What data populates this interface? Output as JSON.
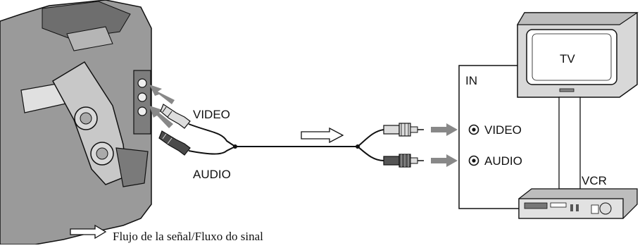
{
  "labels": {
    "camera_video": "VIDEO",
    "camera_audio": "AUDIO",
    "input_panel": "IN",
    "input_video": "VIDEO",
    "input_audio": "AUDIO",
    "tv": "TV",
    "vcr": "VCR"
  },
  "legend": {
    "signal_flow": "Flujo de la señal/Fluxo do sinal"
  },
  "colors": {
    "line": "#111111",
    "camera_body": "#9a9a9a",
    "camera_dark": "#5a5a5a",
    "arrow_gray": "#888888",
    "panel_fill": "#ffffff",
    "tv_body": "#d8d8d8"
  }
}
